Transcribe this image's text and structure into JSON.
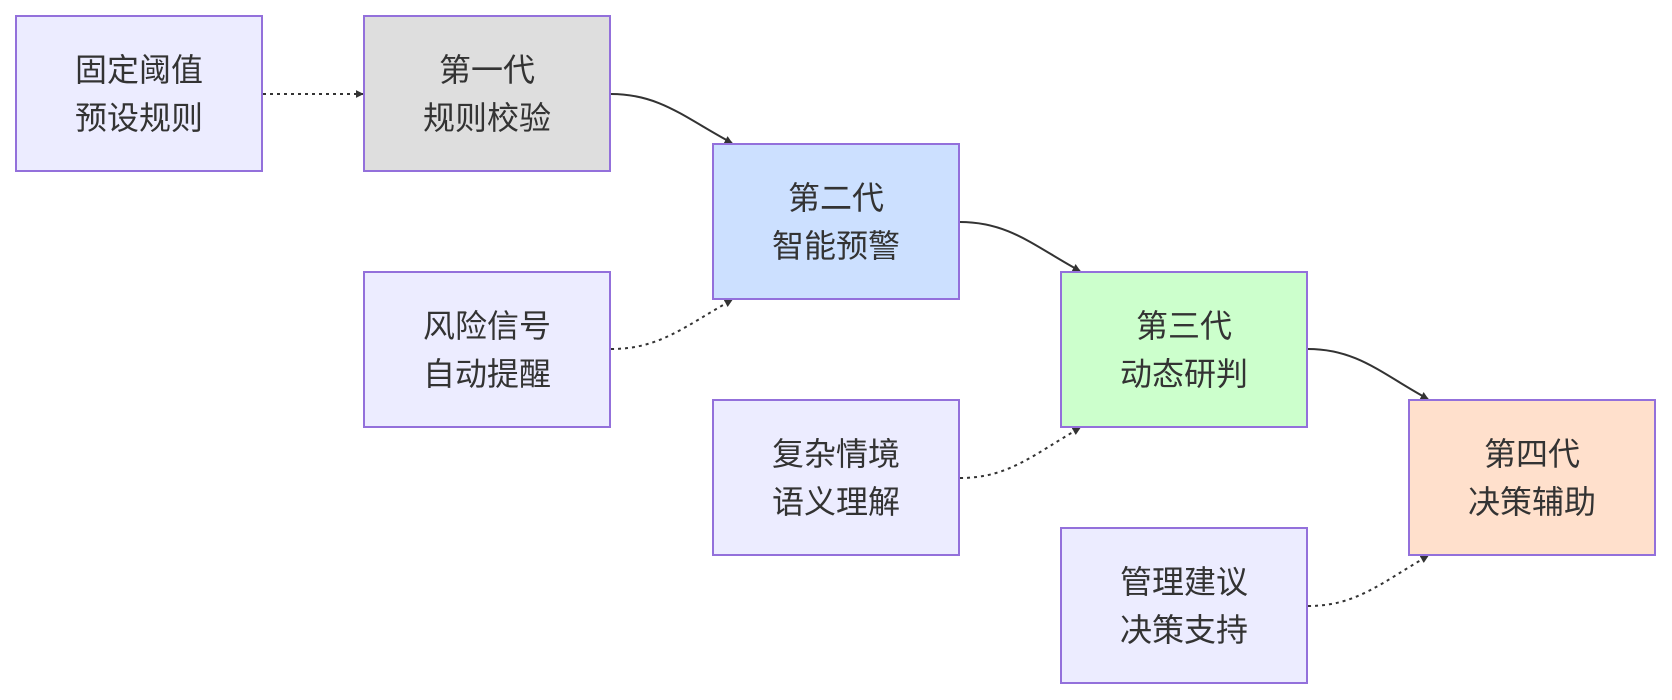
{
  "nodes": {
    "fixed_threshold": {
      "line1": "固定阈值",
      "line2": "预设规则",
      "fill": "#ececff"
    },
    "gen1": {
      "line1": "第一代",
      "line2": "规则校验",
      "fill": "#dedede"
    },
    "risk_signal": {
      "line1": "风险信号",
      "line2": "自动提醒",
      "fill": "#ececff"
    },
    "gen2": {
      "line1": "第二代",
      "line2": "智能预警",
      "fill": "#cce0ff"
    },
    "complex_situation": {
      "line1": "复杂情境",
      "line2": "语义理解",
      "fill": "#ececff"
    },
    "gen3": {
      "line1": "第三代",
      "line2": "动态研判",
      "fill": "#ccffcc"
    },
    "management_advice": {
      "line1": "管理建议",
      "line2": "决策支持",
      "fill": "#ececff"
    },
    "gen4": {
      "line1": "第四代",
      "line2": "决策辅助",
      "fill": "#ffe0cc"
    }
  },
  "edges": [
    {
      "from": "fixed_threshold",
      "to": "gen1",
      "style": "dotted"
    },
    {
      "from": "gen1",
      "to": "gen2",
      "style": "solid"
    },
    {
      "from": "risk_signal",
      "to": "gen2",
      "style": "dotted"
    },
    {
      "from": "gen2",
      "to": "gen3",
      "style": "solid"
    },
    {
      "from": "complex_situation",
      "to": "gen3",
      "style": "dotted"
    },
    {
      "from": "gen3",
      "to": "gen4",
      "style": "solid"
    },
    {
      "from": "management_advice",
      "to": "gen4",
      "style": "dotted"
    }
  ],
  "colors": {
    "border": "#9370db",
    "text": "#333333",
    "edge": "#333333"
  }
}
